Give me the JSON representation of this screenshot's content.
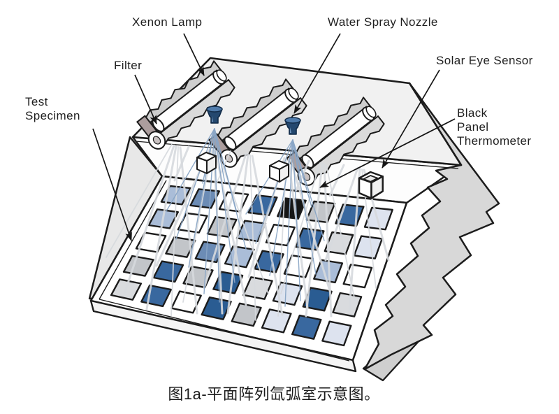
{
  "figure": {
    "caption": "图1a-平面阵列氙弧室示意图。"
  },
  "labels": {
    "xenon_lamp": "Xenon Lamp",
    "filter": "Filter",
    "test_specimen": [
      "Test",
      "Specimen"
    ],
    "water_spray_nozzle": "Water Spray Nozzle",
    "solar_eye_sensor": "Solar Eye Sensor",
    "black_panel_thermometer": [
      "Black",
      "Panel",
      "Thermometer"
    ]
  },
  "colors": {
    "outline": "#1c1c1c",
    "panel": "#f1f1f1",
    "left_wall": "#e8e8e8",
    "torn_wall": "#d8d8d8",
    "back_band": "#fdfdfd",
    "tray": "#ffffff",
    "lamp_housing": "#cecece",
    "lamp_end_plate": "#ac9e9e",
    "nozzle": "#24486f",
    "nozzle_highlight": "#4f7bab",
    "spray": "#8aa6c6",
    "ray": "#d7dade",
    "specimen": {
      "white": "#ffffff",
      "lightgray": "#d9dbde",
      "gray": "#c2c5c9",
      "paleblue": "#dde3ef",
      "lightblue": "#aabdd8",
      "mediumblue": "#6c8cb5",
      "steelblue": "#39689f",
      "darkblue": "#2a5c92",
      "black": "#161616"
    }
  },
  "specimen_grid": {
    "rows": 5,
    "cols": 8,
    "cells": [
      [
        "lightblue",
        "mediumblue",
        "white",
        "steelblue",
        "black",
        "gray",
        "steelblue",
        "paleblue"
      ],
      [
        "lightblue",
        "white",
        "gray",
        "lightblue",
        "white",
        "steelblue",
        "lightgray",
        "paleblue"
      ],
      [
        "white",
        "gray",
        "mediumblue",
        "lightblue",
        "steelblue",
        "white",
        "lightblue",
        "white"
      ],
      [
        "gray",
        "steelblue",
        "gray",
        "darkblue",
        "lightgray",
        "paleblue",
        "darkblue",
        "lightgray"
      ],
      [
        "lightgray",
        "steelblue",
        "white",
        "darkblue",
        "gray",
        "paleblue",
        "steelblue",
        "paleblue"
      ]
    ]
  }
}
